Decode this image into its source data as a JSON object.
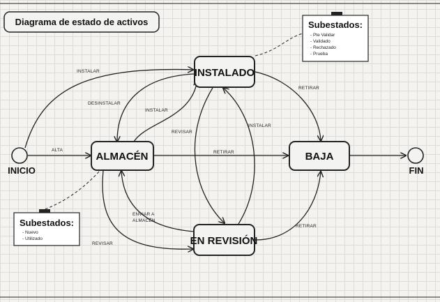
{
  "title": "Diagrama de estado de activos",
  "states": {
    "instalado": "INSTALADO",
    "almacen": "ALMACÉN",
    "baja": "BAJA",
    "en_revision": "EN REVISIÓN"
  },
  "terminals": {
    "inicio": "INICIO",
    "fin": "FIN"
  },
  "transitions": {
    "inicio_instalado": "INSTALAR",
    "inicio_almacen": "ALTA",
    "instalado_almacen": "DESINSTALAR",
    "almacen_instalado": "INSTALAR",
    "instalado_revision": "REVISAR",
    "revision_instalado": "INSTALAR",
    "instalado_baja": "RETIRAR",
    "almacen_baja": "RETIRAR",
    "revision_almacen_line1": "ENVIAR A",
    "revision_almacen_line2": "ALMACÉN",
    "almacen_revision": "REVISAR",
    "revision_baja": "RETIRAR"
  },
  "notes": {
    "instalado": {
      "title": "Subestados:",
      "items": [
        "- Pte Validar",
        "- Validado",
        "- Rechazado",
        "- Prueba"
      ]
    },
    "almacen": {
      "title": "Subestados:",
      "items": [
        "- Nuevo",
        "- Utilizado"
      ]
    }
  }
}
